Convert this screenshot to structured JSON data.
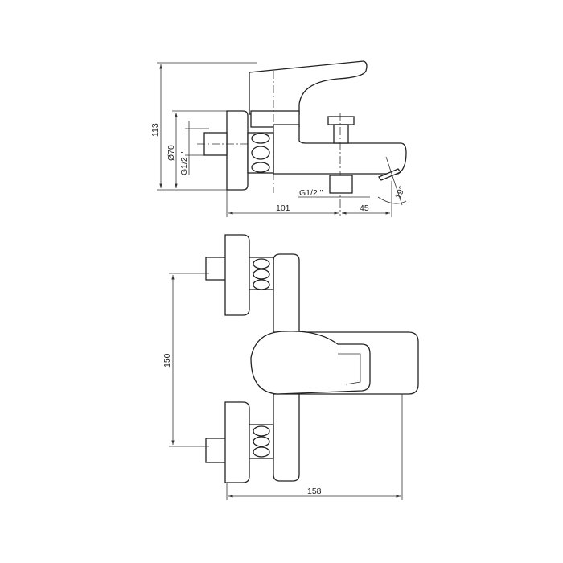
{
  "drawing": {
    "side_view": {
      "height_dim": "113",
      "diameter_dim": "Ø70",
      "inlet_thread": "G1/2 \"",
      "outlet_thread": "G1/2 \"",
      "length_to_outlet": "101",
      "outlet_to_spout": "45",
      "spout_angle": "19°"
    },
    "top_view": {
      "inlet_spacing": "150",
      "total_length": "158"
    },
    "line_color": "#222222"
  }
}
